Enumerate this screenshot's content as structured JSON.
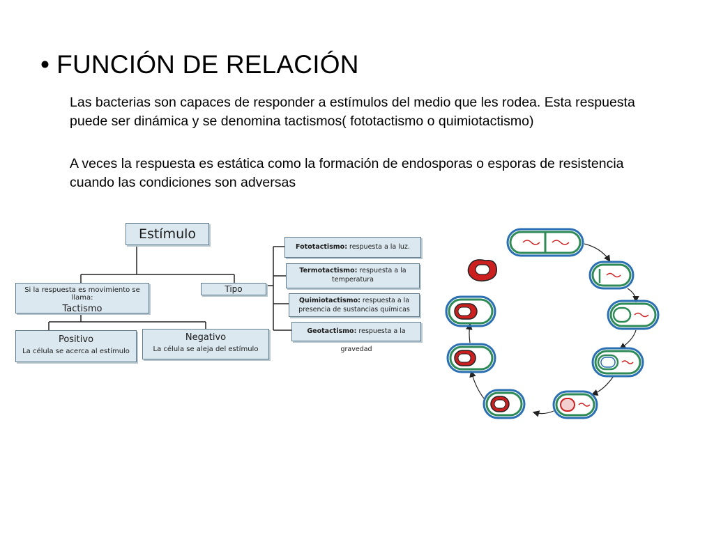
{
  "slide": {
    "bullet": "•",
    "title": "FUNCIÓN DE RELACIÓN",
    "paragraph1": "Las bacterias son capaces de responder a estímulos del medio que les rodea. Esta respuesta puede ser dinámica  y se denomina tactismos( fototactismo o quimiotactismo)",
    "paragraph2": "A veces la respuesta es estática como la formación de endosporas o esporas de resistencia cuando las condiciones son adversas"
  },
  "concept_map": {
    "root": "Estímulo",
    "movement_label": "Si la respuesta es movimiento se llama:",
    "movement_value": "Tactismo",
    "tipo": "Tipo",
    "positivo": {
      "title": "Positivo",
      "desc": "La célula se acerca al estímulo"
    },
    "negativo": {
      "title": "Negativo",
      "desc": "La célula se aleja del estímulo"
    },
    "types": [
      {
        "term": "Fototactismo:",
        "desc": " respuesta a la luz."
      },
      {
        "term": "Termotactismo:",
        "desc": " respuesta a la temperatura"
      },
      {
        "term": "Quimiotactismo:",
        "desc": " respuesta a la presencia de sustancias químicas"
      },
      {
        "term": "Geotactismo:",
        "desc": " respuesta a la gravedad"
      }
    ]
  },
  "sporulation_cycle": {
    "cell_colors": {
      "outer": "#2e8b57",
      "inner": "#2b6fb3",
      "spore": "#cc1f1f"
    }
  }
}
